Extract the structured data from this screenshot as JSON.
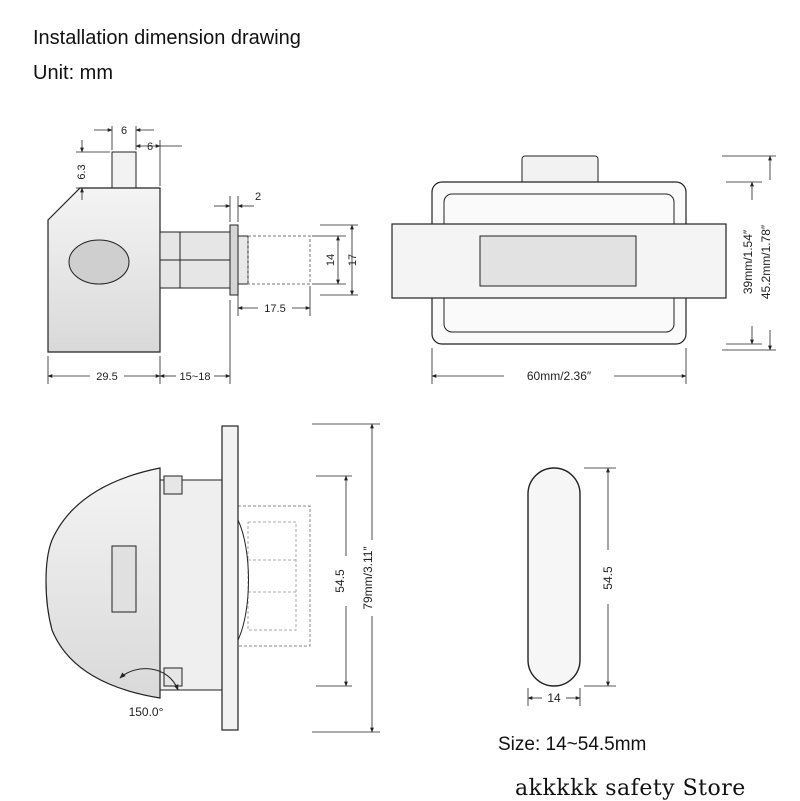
{
  "header": {
    "title": "Installation dimension drawing",
    "unit": "Unit: mm"
  },
  "side_view": {
    "dim_top_a": "6",
    "dim_top_b": "6",
    "dim_height": "6.3",
    "dim_gap": "2",
    "dim_plunger_d": "14",
    "dim_plunger_outer": "17",
    "dim_plunger_len": "17.5",
    "dim_body_len": "29.5",
    "dim_extend": "15~18"
  },
  "front_view": {
    "dim_width": "60mm/2.36″",
    "dim_height_inner": "39mm/1.54″",
    "dim_height_outer": "45.2mm/1.78″"
  },
  "bottom_view": {
    "dim_inner": "54.5",
    "dim_total": "79mm/3.11″",
    "angle": "150.0°"
  },
  "cutout_view": {
    "dim_height": "54.5",
    "dim_width": "14",
    "size_label": "Size: 14~54.5mm"
  },
  "watermark": "akkkkk safety Store"
}
